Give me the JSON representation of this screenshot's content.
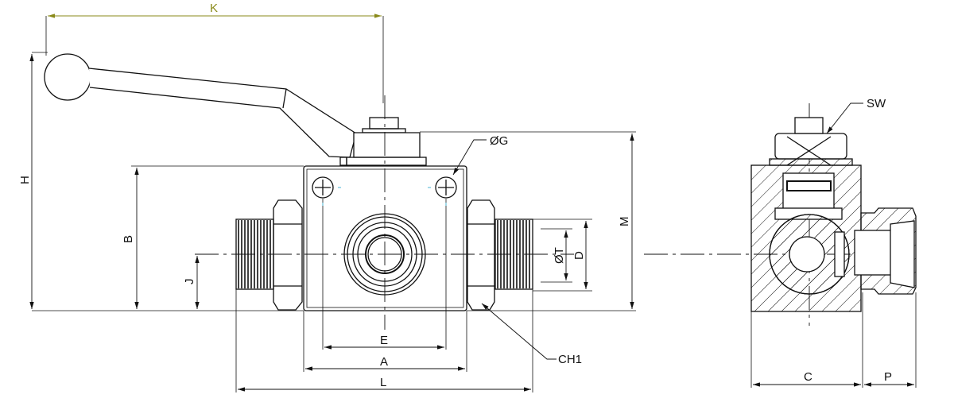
{
  "labels": {
    "K": "K",
    "H": "H",
    "B": "B",
    "J": "J",
    "M": "M",
    "E": "E",
    "A": "A",
    "L": "L",
    "G": "ØG",
    "T": "ØT",
    "D": "D",
    "CH1": "CH1",
    "SW": "SW",
    "C": "C",
    "P": "P"
  },
  "colors": {
    "line": "#111111",
    "k_dimension": "#8a8a1a",
    "center_mark": "#49b6d6"
  }
}
